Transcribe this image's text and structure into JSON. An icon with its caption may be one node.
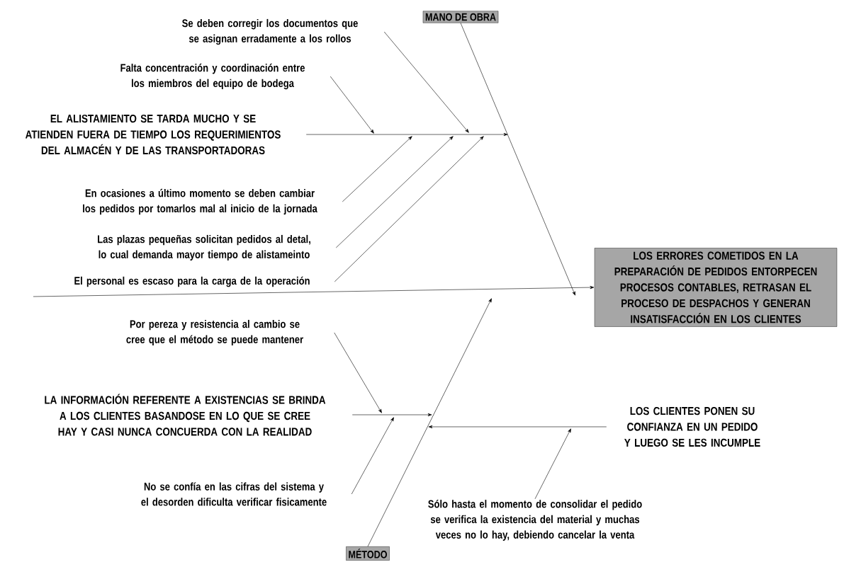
{
  "diagram": {
    "nodes": [
      {
        "text": [
          "MANO DE OBRA"
        ]
      },
      {
        "text": [
          "Se deben corregir los documentos que se asignan erradamente a los rollos"
        ]
      },
      {
        "text": [
          "Falta concentración y coordinación entre los miembros del equipo de bodega"
        ]
      },
      {
        "text": [
          "EL ALISTAMIENTO SE TARDA MUCHO Y SE ATIENDEN FUERA DE TIEMPO LOS REQUERIMIENTOS DEL ALMACÉN Y DE LAS TRANSPORTADORAS"
        ]
      },
      {
        "text": [
          "En ocasiones a último momento se deben cambiar los pedidos por tomarlos mal al inicio de la jornada"
        ]
      },
      {
        "text": [
          "Las plazas pequeñas solicitan pedidos al detal, lo cual demanda mayor tiempo de alistameinto"
        ]
      },
      {
        "text": [
          "El personal es escaso para la carga de la operación"
        ]
      },
      {
        "text": [
          "LOS ERRORES COMETIDOS EN LA PREPARACIÓN DE PEDIDOS ENTORPECEN PROCESOS CONTABLES, RETRASAN EL PROCESO DE DESPACHOS Y GENERAN INSATISFACCIÓN EN LOS CLIENTES"
        ]
      },
      {
        "text": [
          "Por pereza y resistencia al cambio se cree que el método se puede mantener"
        ]
      },
      {
        "text": [
          "LA INFORMACIÓN REFERENTE A EXISTENCIAS SE BRINDA A LOS CLIENTES BASANDOSE EN LO QUE SE CREE HAY Y CASI NUNCA CONCUERDA CON LA REALIDAD"
        ]
      },
      {
        "text": [
          "No se confía en las cifras del sistema y el desorden dificulta verificar fisicamente"
        ]
      },
      {
        "text": [
          "LOS CLIENTES PONEN SU CONFIANZA EN UN PEDIDO Y LUEGO SE LES INCUMPLE"
        ]
      },
      {
        "text": [
          "Sólo hasta el momento de consolidar el pedido se verifica la existencia del material y muchas veces no lo hay, debiendo cancelar la venta"
        ]
      },
      {
        "text": [
          "MÉTODO"
        ]
      }
    ],
    "edges": [
      {
        "from": null,
        "to": 7,
        "arrow": "to"
      },
      {
        "from": 0,
        "to": null,
        "arrow": "to"
      },
      {
        "from": 3,
        "to": null,
        "arrow": "to"
      },
      {
        "from": 1,
        "to": null,
        "arrow": "to"
      },
      {
        "from": 2,
        "to": null,
        "arrow": "to"
      },
      {
        "from": 4,
        "to": null,
        "arrow": "to"
      },
      {
        "from": 5,
        "to": null,
        "arrow": "to"
      },
      {
        "from": 6,
        "to": null,
        "arrow": "to"
      },
      {
        "from": 13,
        "to": null,
        "arrow": "to"
      },
      {
        "from": 9,
        "to": null,
        "arrow": "to"
      },
      {
        "from": 8,
        "to": null,
        "arrow": "to"
      },
      {
        "from": 10,
        "to": null,
        "arrow": "to"
      },
      {
        "from": 11,
        "to": null,
        "arrow": "to"
      },
      {
        "from": 12,
        "to": null,
        "arrow": "to"
      }
    ]
  }
}
